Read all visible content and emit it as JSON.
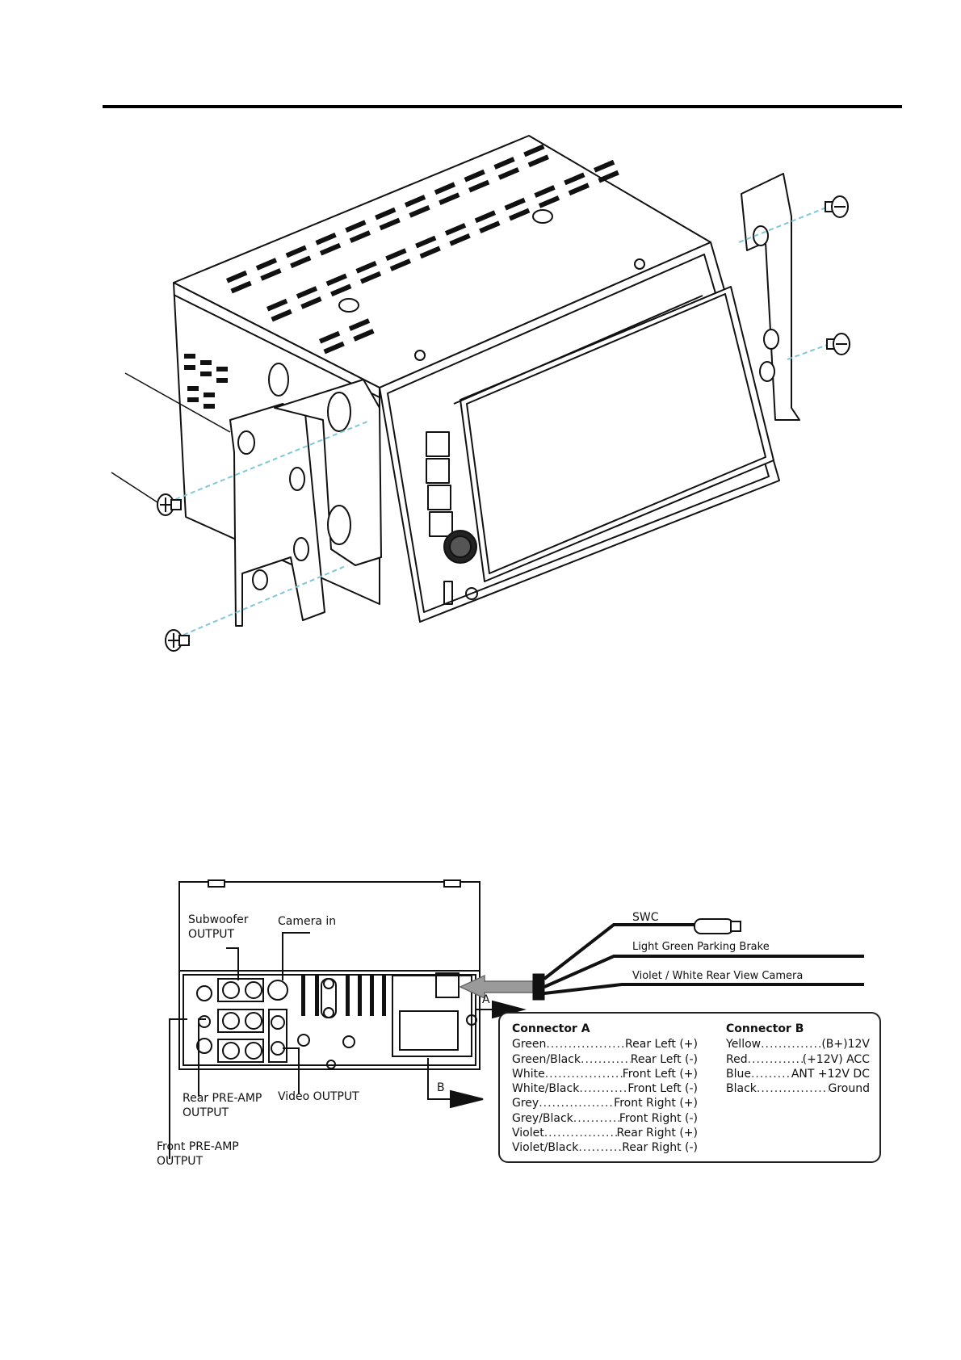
{
  "wiring": {
    "labels": {
      "subwoofer": [
        "Subwoofer",
        "OUTPUT"
      ],
      "camera_in": "Camera in",
      "rear_preamp": [
        "Rear PRE-AMP",
        "OUTPUT"
      ],
      "front_preamp": [
        "Front PRE-AMP",
        "OUTPUT"
      ],
      "video_output": "Video OUTPUT",
      "swc": "SWC",
      "parking_brake": "Light Green Parking Brake",
      "rear_camera": "Violet / White Rear View Camera",
      "arrow_a": "A",
      "arrow_b": "B"
    },
    "connector_a": {
      "title": "Connector A",
      "rows": [
        {
          "wire": "Green",
          "function": "Rear Left (+)"
        },
        {
          "wire": "Green/Black",
          "function": "Rear Left (-)"
        },
        {
          "wire": "White",
          "function": "Front Left (+)"
        },
        {
          "wire": "White/Black",
          "function": "Front Left (-)"
        },
        {
          "wire": "Grey",
          "function": "Front Right (+)"
        },
        {
          "wire": "Grey/Black",
          "function": "Front Right (-)"
        },
        {
          "wire": "Violet",
          "function": "Rear Right (+)"
        },
        {
          "wire": "Violet/Black",
          "function": "Rear Right (-)"
        }
      ]
    },
    "connector_b": {
      "title": "Connector B",
      "rows": [
        {
          "wire": "Yellow",
          "function": "(B+)12V"
        },
        {
          "wire": "Red",
          "function": "(+12V) ACC"
        },
        {
          "wire": "Blue",
          "function": "ANT +12V DC"
        },
        {
          "wire": "Black",
          "function": "Ground"
        }
      ]
    }
  },
  "colors": {
    "guide_line": "#7ec8d8",
    "ink": "#111111",
    "arrow_fill": "#9a9a9a"
  }
}
